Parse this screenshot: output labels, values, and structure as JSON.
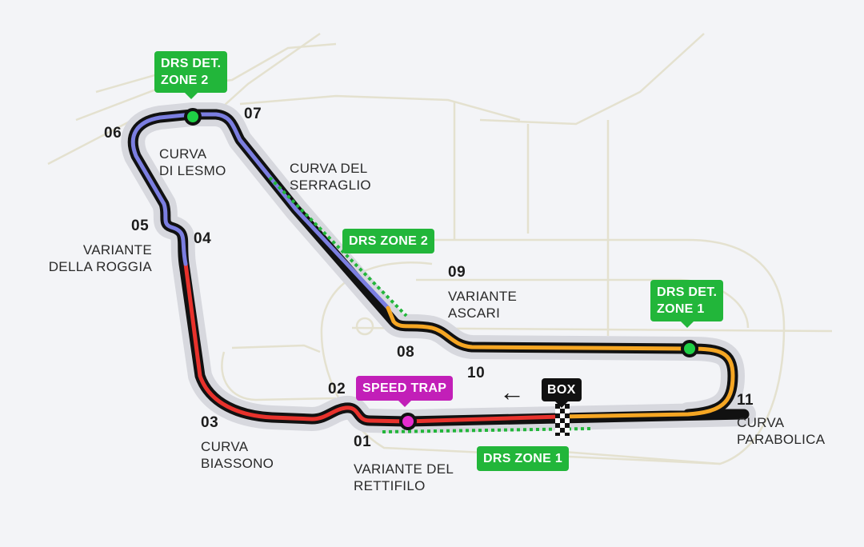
{
  "turns": {
    "t01": {
      "number": "01",
      "name_line1": "VARIANTE DEL",
      "name_line2": "RETTIFILO"
    },
    "t02": {
      "number": "02"
    },
    "t03": {
      "number": "03",
      "name_line1": "CURVA",
      "name_line2": "BIASSONO"
    },
    "t04": {
      "number": "04"
    },
    "t05": {
      "number": "05",
      "name_line1": "VARIANTE",
      "name_line2": "DELLA ROGGIA"
    },
    "t06": {
      "number": "06"
    },
    "t07": {
      "number": "07",
      "name_line1": "CURVA",
      "name_line2": "DI LESMO"
    },
    "t08": {
      "number": "08"
    },
    "t09": {
      "number": "09",
      "name_line1": "VARIANTE",
      "name_line2": "ASCARI"
    },
    "t10": {
      "number": "10"
    },
    "t11": {
      "number": "11",
      "name_line1": "CURVA",
      "name_line2": "PARABOLICA"
    },
    "serraglio": {
      "name_line1": "CURVA DEL",
      "name_line2": "SERRAGLIO"
    }
  },
  "labels": {
    "drs_det_zone_2_line1": "DRS DET.",
    "drs_det_zone_2_line2": "ZONE 2",
    "drs_det_zone_1_line1": "DRS DET.",
    "drs_det_zone_1_line2": "ZONE 1",
    "drs_zone_1": "DRS ZONE 1",
    "drs_zone_2": "DRS ZONE 2",
    "speed_trap": "SPEED TRAP",
    "box": "BOX",
    "direction_arrow": "←"
  },
  "colors": {
    "background": "#f3f4f7",
    "roads": "#e4e1cf",
    "track_outline": "#111111",
    "sector_1": "#e8322c",
    "sector_2": "#7b7ee0",
    "sector_3": "#f5a623",
    "drs": "#22b63a",
    "speed_trap": "#c21fb8"
  }
}
